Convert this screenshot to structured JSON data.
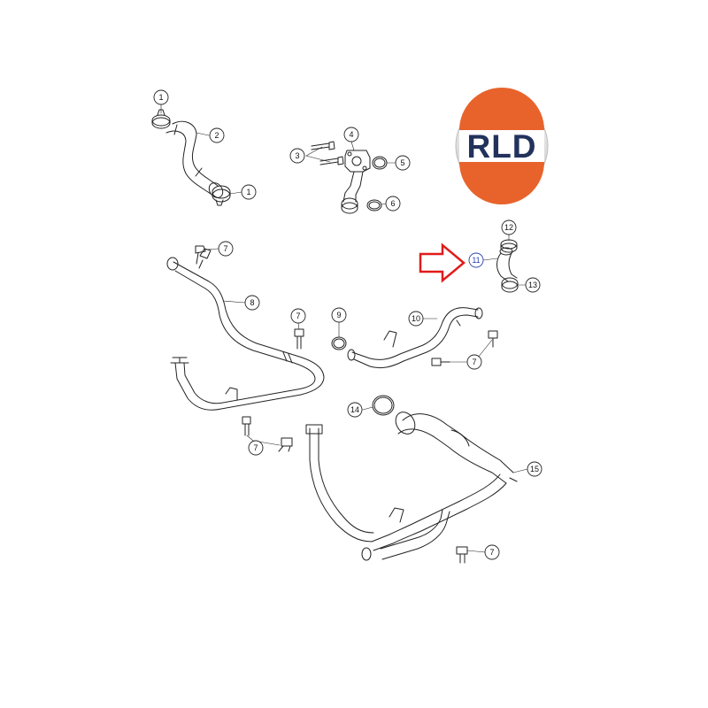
{
  "logo": {
    "text": "RLD",
    "colors": {
      "orange": "#e8632b",
      "navy": "#22325c",
      "ring": "#d5d5d5"
    }
  },
  "highlight": {
    "arrow_color": "#e01b1b",
    "callout_color": "#2a3fae",
    "part": "11"
  },
  "callouts": [
    {
      "id": "c1a",
      "label": "1"
    },
    {
      "id": "c2",
      "label": "2"
    },
    {
      "id": "c1b",
      "label": "1"
    },
    {
      "id": "c3",
      "label": "3"
    },
    {
      "id": "c4",
      "label": "4"
    },
    {
      "id": "c5",
      "label": "5"
    },
    {
      "id": "c6",
      "label": "6"
    },
    {
      "id": "c7a",
      "label": "7"
    },
    {
      "id": "c8",
      "label": "8"
    },
    {
      "id": "c7b",
      "label": "7"
    },
    {
      "id": "c9",
      "label": "9"
    },
    {
      "id": "c10",
      "label": "10"
    },
    {
      "id": "c7c",
      "label": "7"
    },
    {
      "id": "c12",
      "label": "12"
    },
    {
      "id": "c11",
      "label": "11"
    },
    {
      "id": "c13",
      "label": "13"
    },
    {
      "id": "c14",
      "label": "14"
    },
    {
      "id": "c7d",
      "label": "7"
    },
    {
      "id": "c15",
      "label": "15"
    },
    {
      "id": "c7e",
      "label": "7"
    }
  ]
}
